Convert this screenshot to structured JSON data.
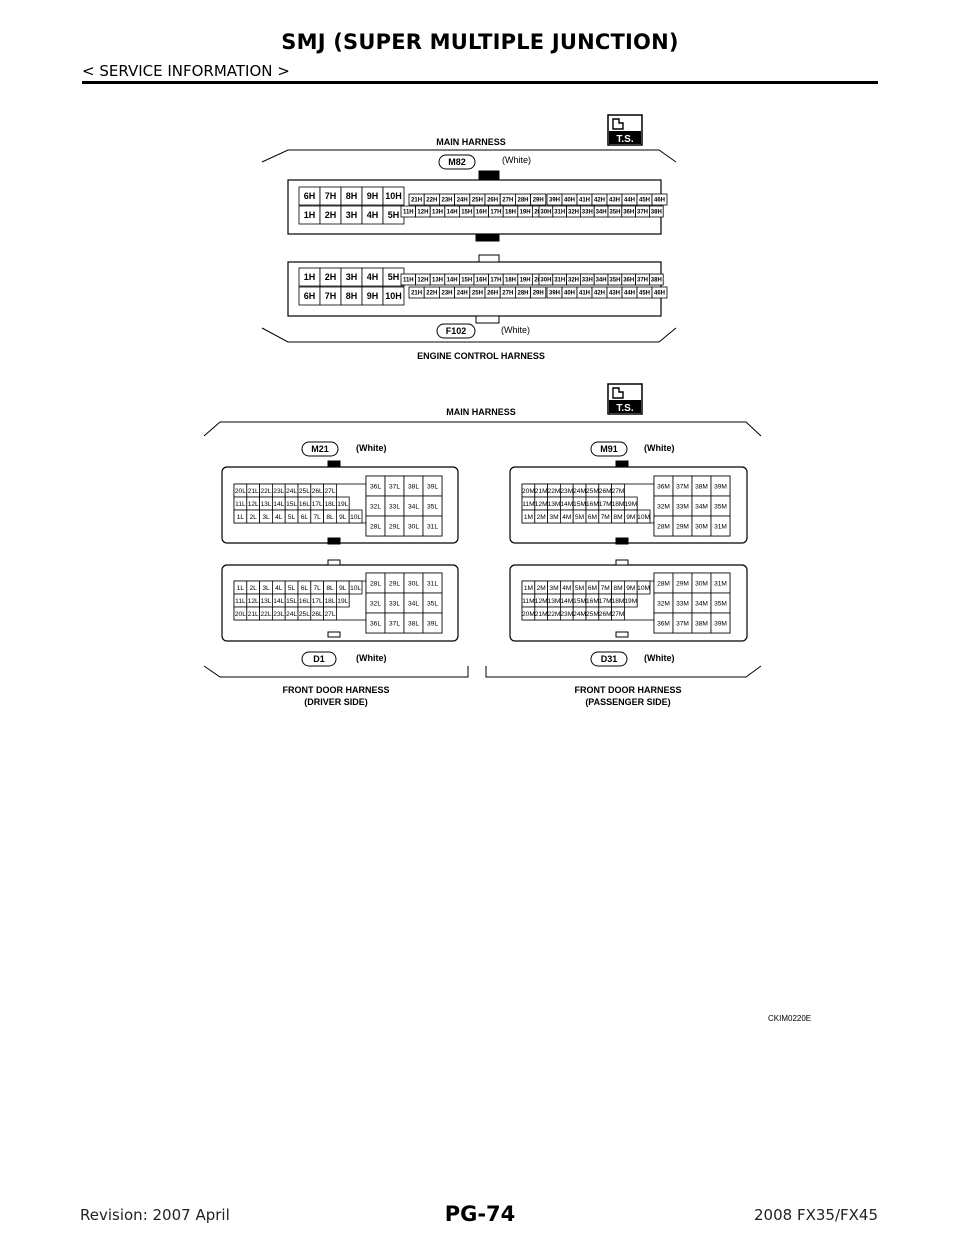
{
  "header": {
    "title": "SMJ (SUPER MULTIPLE JUNCTION)",
    "section": "< SERVICE INFORMATION >"
  },
  "footer": {
    "revision": "Revision: 2007 April",
    "page": "PG-74",
    "model": "2008 FX35/FX45"
  },
  "figure_code": "CKIM0220E",
  "ts_icon_label": "T.S.",
  "diagram1": {
    "top_harness": "MAIN HARNESS",
    "bottom_harness": "ENGINE CONTROL HARNESS",
    "top_connector": {
      "id": "M82",
      "color": "(White)"
    },
    "bottom_connector": {
      "id": "F102",
      "color": "(White)"
    },
    "top_rows": {
      "a_r1": [
        "6H",
        "7H",
        "8H",
        "9H",
        "10H"
      ],
      "a_r2": [
        "1H",
        "2H",
        "3H",
        "4H",
        "5H"
      ],
      "b_r1": [
        "21H",
        "22H",
        "23H",
        "24H",
        "25H",
        "26H",
        "27H",
        "28H",
        "29H"
      ],
      "b_r2": [
        "11H",
        "12H",
        "13H",
        "14H",
        "15H",
        "16H",
        "17H",
        "18H",
        "19H",
        "20H"
      ],
      "c_r1": [
        "39H",
        "40H",
        "41H",
        "42H",
        "43H",
        "44H",
        "45H",
        "46H"
      ],
      "c_r2": [
        "30H",
        "31H",
        "32H",
        "33H",
        "34H",
        "35H",
        "36H",
        "37H",
        "38H"
      ]
    },
    "bottom_rows": {
      "a_r1": [
        "1H",
        "2H",
        "3H",
        "4H",
        "5H"
      ],
      "a_r2": [
        "6H",
        "7H",
        "8H",
        "9H",
        "10H"
      ],
      "b_r1": [
        "11H",
        "12H",
        "13H",
        "14H",
        "15H",
        "16H",
        "17H",
        "18H",
        "19H",
        "20H"
      ],
      "b_r2": [
        "21H",
        "22H",
        "23H",
        "24H",
        "25H",
        "26H",
        "27H",
        "28H",
        "29H"
      ],
      "c_r1": [
        "30H",
        "31H",
        "32H",
        "33H",
        "34H",
        "35H",
        "36H",
        "37H",
        "38H"
      ],
      "c_r2": [
        "39H",
        "40H",
        "41H",
        "42H",
        "43H",
        "44H",
        "45H",
        "46H"
      ]
    }
  },
  "diagram2": {
    "top_harness": "MAIN HARNESS",
    "left_bottom_harness": [
      "FRONT DOOR HARNESS",
      "(DRIVER SIDE)"
    ],
    "right_bottom_harness": [
      "FRONT DOOR HARNESS",
      "(PASSENGER SIDE)"
    ],
    "connectors": {
      "tl": {
        "id": "M21",
        "color": "(White)"
      },
      "tr": {
        "id": "M91",
        "color": "(White)"
      },
      "bl": {
        "id": "D1",
        "color": "(White)"
      },
      "br": {
        "id": "D31",
        "color": "(White)"
      }
    },
    "m21": {
      "rows": [
        [
          "20L",
          "21L",
          "22L",
          "23L",
          "24L",
          "25L",
          "26L",
          "27L"
        ],
        [
          "11L",
          "12L",
          "13L",
          "14L",
          "15L",
          "16L",
          "17L",
          "18L",
          "19L"
        ],
        [
          "1L",
          "2L",
          "3L",
          "4L",
          "5L",
          "6L",
          "7L",
          "8L",
          "9L",
          "10L"
        ]
      ],
      "grid": [
        [
          "36L",
          "37L",
          "38L",
          "39L"
        ],
        [
          "32L",
          "33L",
          "34L",
          "35L"
        ],
        [
          "28L",
          "29L",
          "30L",
          "31L"
        ]
      ]
    },
    "d1": {
      "rows": [
        [
          "1L",
          "2L",
          "3L",
          "4L",
          "5L",
          "6L",
          "7L",
          "8L",
          "9L",
          "10L"
        ],
        [
          "11L",
          "12L",
          "13L",
          "14L",
          "15L",
          "16L",
          "17L",
          "18L",
          "19L"
        ],
        [
          "20L",
          "21L",
          "22L",
          "23L",
          "24L",
          "25L",
          "26L",
          "27L"
        ]
      ],
      "grid": [
        [
          "28L",
          "29L",
          "30L",
          "31L"
        ],
        [
          "32L",
          "33L",
          "34L",
          "35L"
        ],
        [
          "36L",
          "37L",
          "38L",
          "39L"
        ]
      ]
    },
    "m91": {
      "rows": [
        [
          "20M",
          "21M",
          "22M",
          "23M",
          "24M",
          "25M",
          "26M",
          "27M"
        ],
        [
          "11M",
          "12M",
          "13M",
          "14M",
          "15M",
          "16M",
          "17M",
          "18M",
          "19M"
        ],
        [
          "1M",
          "2M",
          "3M",
          "4M",
          "5M",
          "6M",
          "7M",
          "8M",
          "9M",
          "10M"
        ]
      ],
      "grid": [
        [
          "36M",
          "37M",
          "38M",
          "39M"
        ],
        [
          "32M",
          "33M",
          "34M",
          "35M"
        ],
        [
          "28M",
          "29M",
          "30M",
          "31M"
        ]
      ]
    },
    "d31": {
      "rows": [
        [
          "1M",
          "2M",
          "3M",
          "4M",
          "5M",
          "6M",
          "7M",
          "8M",
          "9M",
          "10M"
        ],
        [
          "11M",
          "12M",
          "13M",
          "14M",
          "15M",
          "16M",
          "17M",
          "18M",
          "19M"
        ],
        [
          "20M",
          "21M",
          "22M",
          "23M",
          "24M",
          "25M",
          "26M",
          "27M"
        ]
      ],
      "grid": [
        [
          "28M",
          "29M",
          "30M",
          "31M"
        ],
        [
          "32M",
          "33M",
          "34M",
          "35M"
        ],
        [
          "36M",
          "37M",
          "38M",
          "39M"
        ]
      ]
    }
  }
}
